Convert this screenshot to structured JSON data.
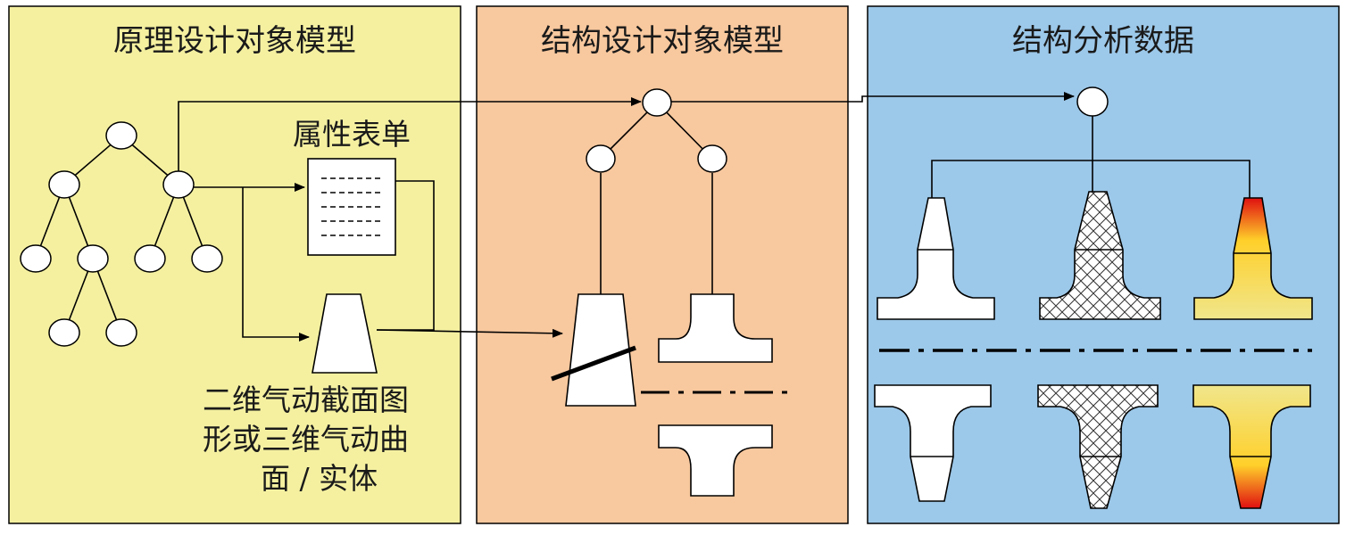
{
  "panels": {
    "principle": {
      "title": "原理设计对象模型",
      "bg": "#f4f0a0"
    },
    "structure": {
      "title": "结构设计对象模型",
      "bg": "#f8c89e"
    },
    "analysis": {
      "title": "结构分析数据",
      "bg": "#9cc8e9"
    }
  },
  "labels": {
    "attribute_form": "属性表单",
    "section_line1": "二维气动截面图",
    "section_line2": "形或三维气动曲",
    "section_line3": "面 / 实体"
  },
  "colors": {
    "stroke": "#000000",
    "hot_gradient": [
      "#f0e68c",
      "#ffd02a",
      "#e01010"
    ]
  },
  "icons": [
    "tree-node-icon",
    "form-sheet-icon",
    "airfoil-section-icon",
    "t-section-icon",
    "mesh-pattern-icon",
    "stress-contour-icon"
  ]
}
